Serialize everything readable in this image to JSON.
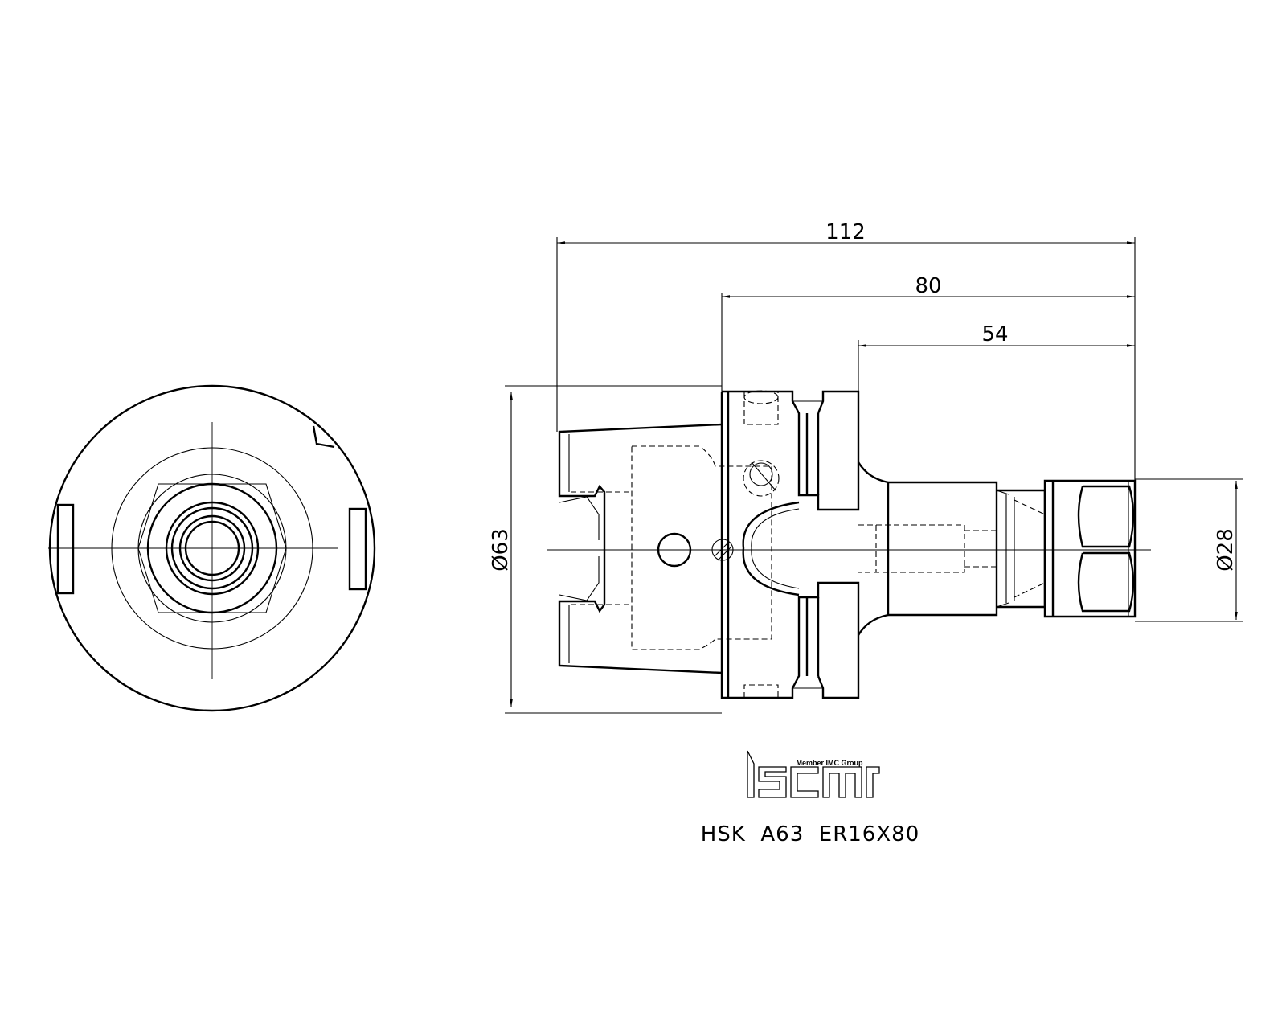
{
  "dimensions": {
    "length_total": "112",
    "length_gauge": "80",
    "length_nose": "54",
    "diameter_flange": "Ø63",
    "diameter_nose": "Ø28"
  },
  "logo": {
    "tagline": "Member IMC Group"
  },
  "designation": "HSK  A63  ER16X80",
  "colors": {
    "line": "#000000",
    "background": "#ffffff"
  }
}
